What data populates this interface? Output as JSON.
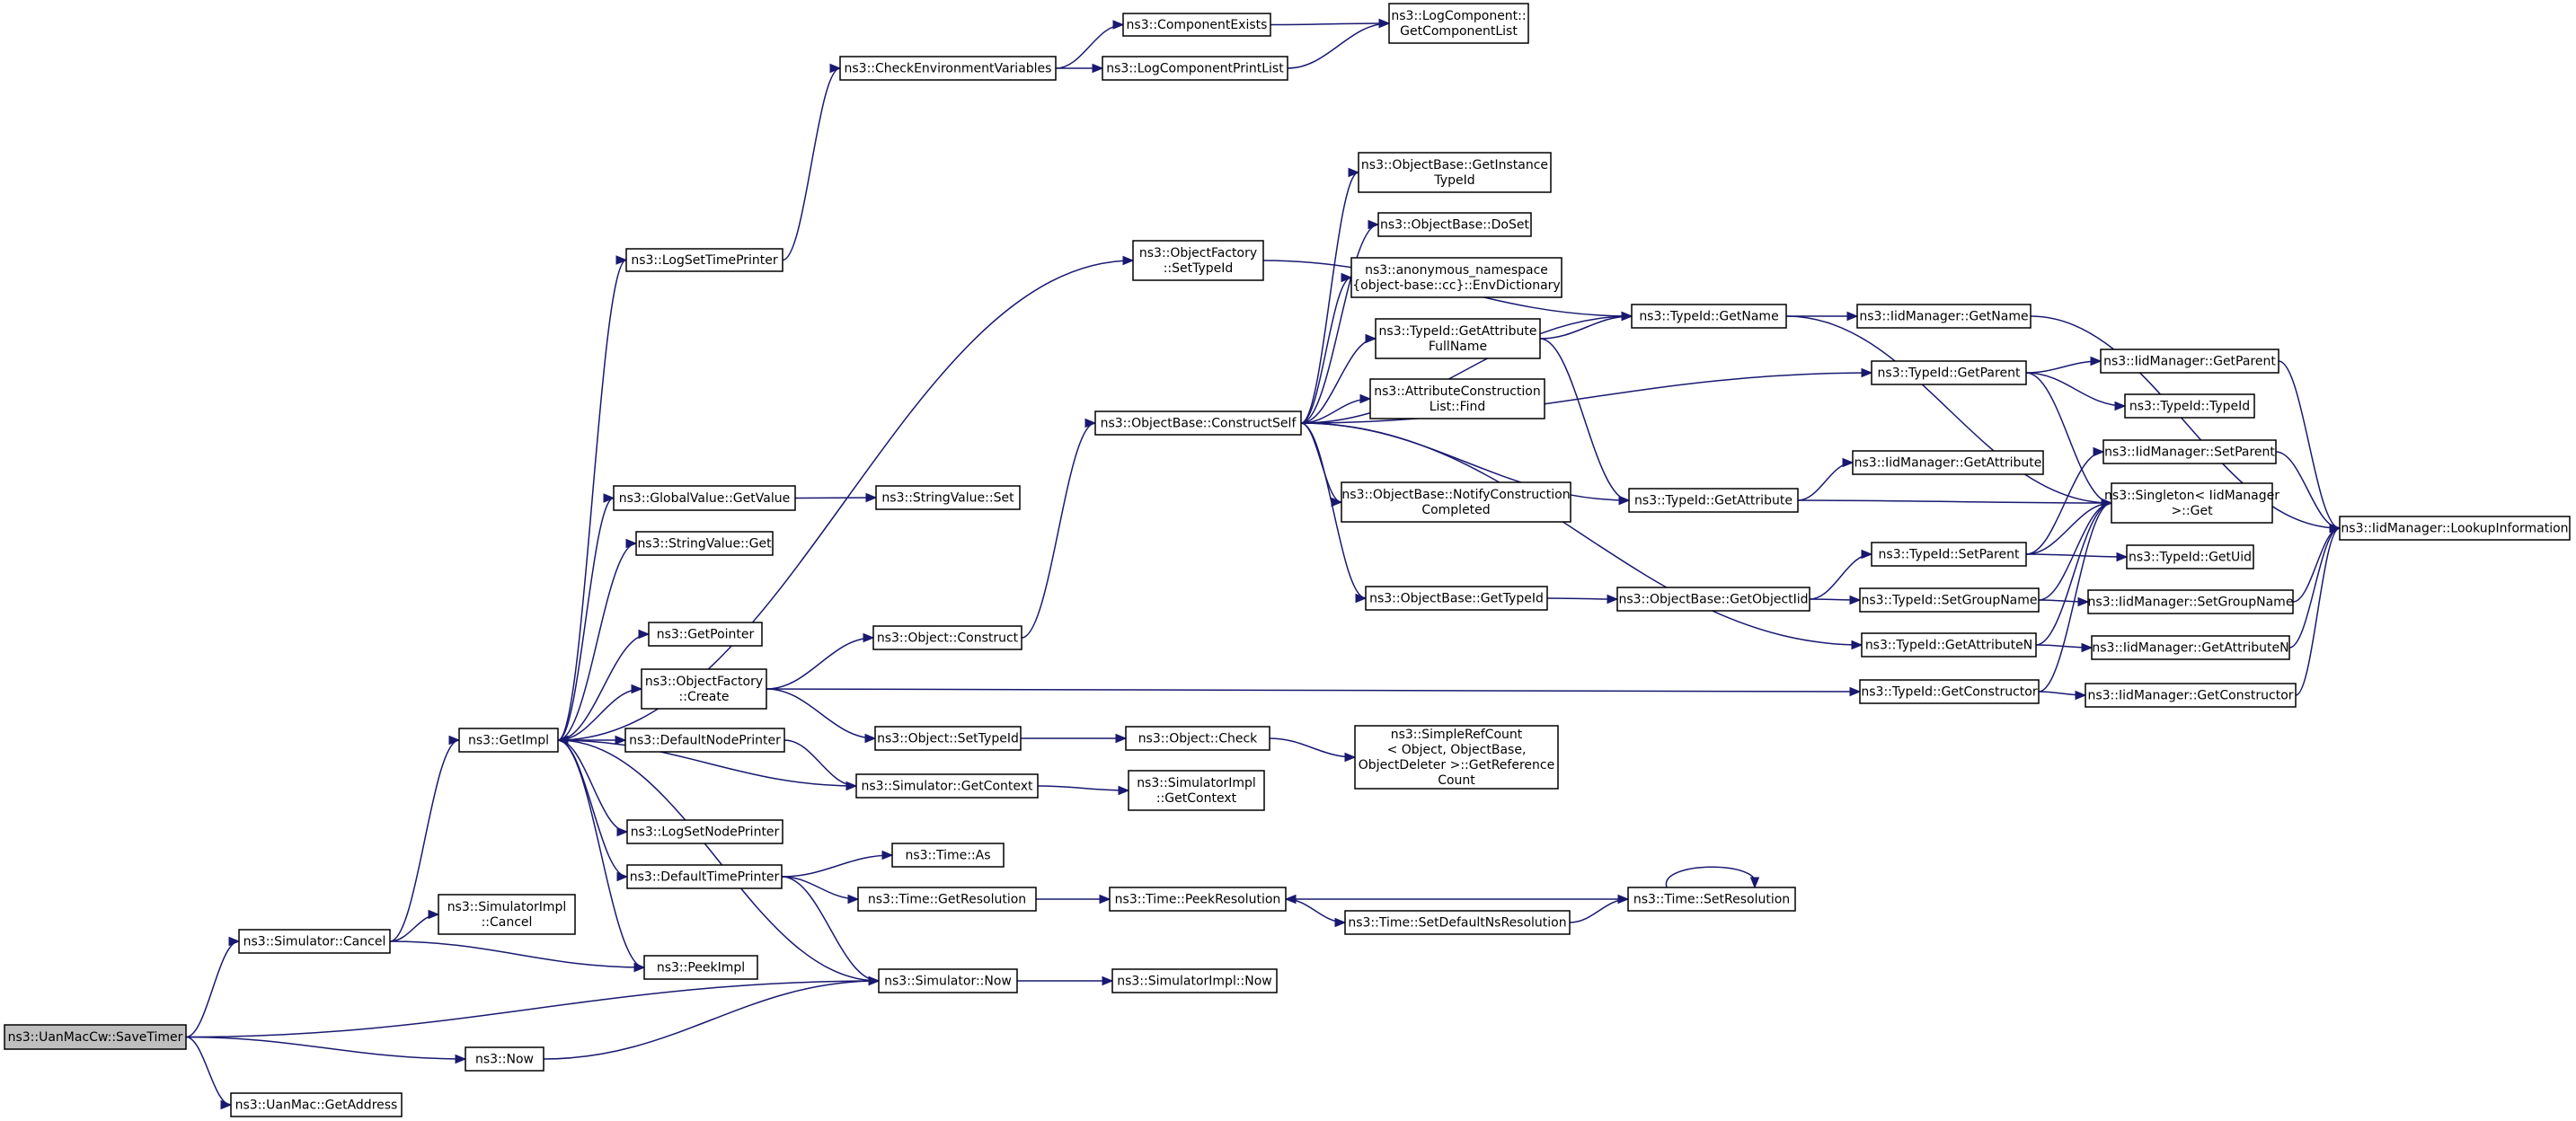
{
  "graph": {
    "root": "savetimer",
    "nodes": [
      {
        "id": "savetimer",
        "lines": [
          "ns3::UanMacCw::SaveTimer"
        ],
        "root": true
      },
      {
        "id": "simcancel",
        "lines": [
          "ns3::Simulator::Cancel"
        ]
      },
      {
        "id": "uanmacaddr",
        "lines": [
          "ns3::UanMac::GetAddress"
        ]
      },
      {
        "id": "now",
        "lines": [
          "ns3::Now"
        ]
      },
      {
        "id": "getimpl",
        "lines": [
          "ns3::GetImpl"
        ]
      },
      {
        "id": "simimplcancel",
        "lines": [
          "ns3::SimulatorImpl",
          "::Cancel"
        ]
      },
      {
        "id": "peekimpl",
        "lines": [
          "ns3::PeekImpl"
        ]
      },
      {
        "id": "simnow",
        "lines": [
          "ns3::Simulator::Now"
        ]
      },
      {
        "id": "simimplnow",
        "lines": [
          "ns3::SimulatorImpl::Now"
        ]
      },
      {
        "id": "logsettimeprinter",
        "lines": [
          "ns3::LogSetTimePrinter"
        ]
      },
      {
        "id": "globalvalueget",
        "lines": [
          "ns3::GlobalValue::GetValue"
        ]
      },
      {
        "id": "stringvalueget",
        "lines": [
          "ns3::StringValue::Get"
        ]
      },
      {
        "id": "getpointer",
        "lines": [
          "ns3::GetPointer"
        ]
      },
      {
        "id": "objfactorycreate",
        "lines": [
          "ns3::ObjectFactory",
          "::Create"
        ]
      },
      {
        "id": "defaultnodeprinter",
        "lines": [
          "ns3::DefaultNodePrinter"
        ]
      },
      {
        "id": "logsetnodeprinter",
        "lines": [
          "ns3::LogSetNodePrinter"
        ]
      },
      {
        "id": "defaulttimeprinter",
        "lines": [
          "ns3::DefaultTimePrinter"
        ]
      },
      {
        "id": "checkenv",
        "lines": [
          "ns3::CheckEnvironmentVariables"
        ]
      },
      {
        "id": "stringvalueset",
        "lines": [
          "ns3::StringValue::Set"
        ]
      },
      {
        "id": "objconstruct",
        "lines": [
          "ns3::Object::Construct"
        ]
      },
      {
        "id": "objsettypeid",
        "lines": [
          "ns3::Object::SetTypeId"
        ]
      },
      {
        "id": "simgetcontext",
        "lines": [
          "ns3::Simulator::GetContext"
        ]
      },
      {
        "id": "timeas",
        "lines": [
          "ns3::Time::As"
        ]
      },
      {
        "id": "timegetres",
        "lines": [
          "ns3::Time::GetResolution"
        ]
      },
      {
        "id": "componentexists",
        "lines": [
          "ns3::ComponentExists"
        ]
      },
      {
        "id": "logcompprintlist",
        "lines": [
          "ns3::LogComponentPrintList"
        ]
      },
      {
        "id": "objfactorysettypeid",
        "lines": [
          "ns3::ObjectFactory",
          "::SetTypeId"
        ]
      },
      {
        "id": "objbaseconstructself",
        "lines": [
          "ns3::ObjectBase::ConstructSelf"
        ]
      },
      {
        "id": "objcheck",
        "lines": [
          "ns3::Object::Check"
        ]
      },
      {
        "id": "simimplgetcontext",
        "lines": [
          "ns3::SimulatorImpl",
          "::GetContext"
        ]
      },
      {
        "id": "timepeekres",
        "lines": [
          "ns3::Time::PeekResolution"
        ]
      },
      {
        "id": "logcompgetlist",
        "lines": [
          "ns3::LogComponent::",
          "GetComponentList"
        ]
      },
      {
        "id": "objbasegetinstancetypeid",
        "lines": [
          "ns3::ObjectBase::GetInstance",
          "TypeId"
        ]
      },
      {
        "id": "objbasedoset",
        "lines": [
          "ns3::ObjectBase::DoSet"
        ]
      },
      {
        "id": "envdictionary",
        "lines": [
          "ns3::anonymous_namespace",
          "{object-base::cc}::EnvDictionary"
        ]
      },
      {
        "id": "typeidgetattrfullname",
        "lines": [
          "ns3::TypeId::GetAttribute",
          "FullName"
        ]
      },
      {
        "id": "attrconstructionfind",
        "lines": [
          "ns3::AttributeConstruction",
          "List::Find"
        ]
      },
      {
        "id": "objbasenotifyconstruction",
        "lines": [
          "ns3::ObjectBase::NotifyConstruction",
          "Completed"
        ]
      },
      {
        "id": "objbasegettypeid",
        "lines": [
          "ns3::ObjectBase::GetTypeId"
        ]
      },
      {
        "id": "simplerefcount",
        "lines": [
          "ns3::SimpleRefCount",
          "< Object, ObjectBase,",
          "ObjectDeleter >::GetReference",
          "Count"
        ]
      },
      {
        "id": "timesetdefaultns",
        "lines": [
          "ns3::Time::SetDefaultNsResolution"
        ]
      },
      {
        "id": "typeidgetname",
        "lines": [
          "ns3::TypeId::GetName"
        ]
      },
      {
        "id": "typeidgetattribute",
        "lines": [
          "ns3::TypeId::GetAttribute"
        ]
      },
      {
        "id": "objbasegetobjectiid",
        "lines": [
          "ns3::ObjectBase::GetObjectIid"
        ]
      },
      {
        "id": "timesetres",
        "lines": [
          "ns3::Time::SetResolution"
        ]
      },
      {
        "id": "iidmgrgetname",
        "lines": [
          "ns3::IidManager::GetName"
        ]
      },
      {
        "id": "typeidgetparent",
        "lines": [
          "ns3::TypeId::GetParent"
        ]
      },
      {
        "id": "iidmgrgetattribute",
        "lines": [
          "ns3::IidManager::GetAttribute"
        ]
      },
      {
        "id": "typeidsetparent",
        "lines": [
          "ns3::TypeId::SetParent"
        ]
      },
      {
        "id": "typeidsetgroupname",
        "lines": [
          "ns3::TypeId::SetGroupName"
        ]
      },
      {
        "id": "typeidgetattributen",
        "lines": [
          "ns3::TypeId::GetAttributeN"
        ]
      },
      {
        "id": "typeidgetconstructor",
        "lines": [
          "ns3::TypeId::GetConstructor"
        ]
      },
      {
        "id": "iidmgrgetparent",
        "lines": [
          "ns3::IidManager::GetParent"
        ]
      },
      {
        "id": "typeidtypeid",
        "lines": [
          "ns3::TypeId::TypeId"
        ]
      },
      {
        "id": "iidmgrsetparent",
        "lines": [
          "ns3::IidManager::SetParent"
        ]
      },
      {
        "id": "singletonget",
        "lines": [
          "ns3::Singleton< IidManager",
          " >::Get"
        ]
      },
      {
        "id": "typeidgetuid",
        "lines": [
          "ns3::TypeId::GetUid"
        ]
      },
      {
        "id": "iidmgrsetgroupname",
        "lines": [
          "ns3::IidManager::SetGroupName"
        ]
      },
      {
        "id": "iidmgrgetattributen",
        "lines": [
          "ns3::IidManager::GetAttributeN"
        ]
      },
      {
        "id": "iidmgrgetconstructor",
        "lines": [
          "ns3::IidManager::GetConstructor"
        ]
      },
      {
        "id": "iidmgrlookupinfo",
        "lines": [
          "ns3::IidManager::LookupInformation"
        ]
      }
    ],
    "edges": [
      [
        "savetimer",
        "simcancel"
      ],
      [
        "savetimer",
        "uanmacaddr"
      ],
      [
        "savetimer",
        "now"
      ],
      [
        "savetimer",
        "simnow"
      ],
      [
        "simcancel",
        "getimpl"
      ],
      [
        "simcancel",
        "simimplcancel"
      ],
      [
        "simcancel",
        "peekimpl"
      ],
      [
        "now",
        "simnow"
      ],
      [
        "getimpl",
        "logsettimeprinter"
      ],
      [
        "getimpl",
        "globalvalueget"
      ],
      [
        "getimpl",
        "stringvalueget"
      ],
      [
        "getimpl",
        "getpointer"
      ],
      [
        "getimpl",
        "objfactorycreate"
      ],
      [
        "getimpl",
        "defaultnodeprinter"
      ],
      [
        "getimpl",
        "logsetnodeprinter"
      ],
      [
        "getimpl",
        "defaulttimeprinter"
      ],
      [
        "getimpl",
        "peekimpl"
      ],
      [
        "getimpl",
        "objfactorysettypeid"
      ],
      [
        "simnow",
        "getimpl"
      ],
      [
        "simnow",
        "simimplnow"
      ],
      [
        "simgetcontext",
        "getimpl"
      ],
      [
        "logsettimeprinter",
        "checkenv"
      ],
      [
        "checkenv",
        "componentexists"
      ],
      [
        "checkenv",
        "logcompprintlist"
      ],
      [
        "componentexists",
        "logcompgetlist"
      ],
      [
        "logcompprintlist",
        "logcompgetlist"
      ],
      [
        "globalvalueget",
        "stringvalueset"
      ],
      [
        "objfactorycreate",
        "objconstruct"
      ],
      [
        "objfactorycreate",
        "objsettypeid"
      ],
      [
        "objfactorycreate",
        "typeidgetconstructor"
      ],
      [
        "defaultnodeprinter",
        "simgetcontext"
      ],
      [
        "defaulttimeprinter",
        "timeas"
      ],
      [
        "defaulttimeprinter",
        "timegetres"
      ],
      [
        "defaulttimeprinter",
        "simnow"
      ],
      [
        "objconstruct",
        "objbaseconstructself"
      ],
      [
        "objsettypeid",
        "objcheck"
      ],
      [
        "objcheck",
        "simplerefcount"
      ],
      [
        "simgetcontext",
        "simimplgetcontext"
      ],
      [
        "timegetres",
        "timepeekres"
      ],
      [
        "timepeekres",
        "timesetdefaultns"
      ],
      [
        "timesetdefaultns",
        "timesetres"
      ],
      [
        "timesetres",
        "timepeekres"
      ],
      [
        "timesetres",
        "timesetres"
      ],
      [
        "objfactorysettypeid",
        "typeidgetname"
      ],
      [
        "objbaseconstructself",
        "objbasegetinstancetypeid"
      ],
      [
        "objbaseconstructself",
        "objbasedoset"
      ],
      [
        "objbaseconstructself",
        "envdictionary"
      ],
      [
        "objbaseconstructself",
        "typeidgetattrfullname"
      ],
      [
        "objbaseconstructself",
        "attrconstructionfind"
      ],
      [
        "objbaseconstructself",
        "objbasenotifyconstruction"
      ],
      [
        "objbaseconstructself",
        "objbasegettypeid"
      ],
      [
        "objbaseconstructself",
        "typeidgetattribute"
      ],
      [
        "objbaseconstructself",
        "typeidgetattributen"
      ],
      [
        "objbaseconstructself",
        "typeidgetparent"
      ],
      [
        "objbaseconstructself",
        "typeidgetname"
      ],
      [
        "typeidgetattrfullname",
        "typeidgetname"
      ],
      [
        "typeidgetattrfullname",
        "typeidgetattribute"
      ],
      [
        "objbasegettypeid",
        "objbasegetobjectiid"
      ],
      [
        "objbasegetobjectiid",
        "typeidsetparent"
      ],
      [
        "objbasegetobjectiid",
        "typeidsetgroupname"
      ],
      [
        "typeidgetname",
        "iidmgrgetname"
      ],
      [
        "typeidgetname",
        "singletonget"
      ],
      [
        "iidmgrgetname",
        "iidmgrlookupinfo"
      ],
      [
        "typeidgetattribute",
        "iidmgrgetattribute"
      ],
      [
        "typeidgetattribute",
        "singletonget"
      ],
      [
        "typeidgetparent",
        "iidmgrgetparent"
      ],
      [
        "typeidgetparent",
        "typeidtypeid"
      ],
      [
        "typeidgetparent",
        "singletonget"
      ],
      [
        "iidmgrgetparent",
        "iidmgrlookupinfo"
      ],
      [
        "typeidsetparent",
        "iidmgrsetparent"
      ],
      [
        "typeidsetparent",
        "singletonget"
      ],
      [
        "typeidsetparent",
        "typeidgetuid"
      ],
      [
        "iidmgrsetparent",
        "iidmgrlookupinfo"
      ],
      [
        "typeidsetgroupname",
        "singletonget"
      ],
      [
        "typeidsetgroupname",
        "iidmgrsetgroupname"
      ],
      [
        "iidmgrsetgroupname",
        "iidmgrlookupinfo"
      ],
      [
        "typeidgetattributen",
        "singletonget"
      ],
      [
        "typeidgetattributen",
        "iidmgrgetattributen"
      ],
      [
        "iidmgrgetattributen",
        "iidmgrlookupinfo"
      ],
      [
        "typeidgetconstructor",
        "singletonget"
      ],
      [
        "typeidgetconstructor",
        "iidmgrgetconstructor"
      ],
      [
        "iidmgrgetconstructor",
        "iidmgrlookupinfo"
      ]
    ]
  }
}
